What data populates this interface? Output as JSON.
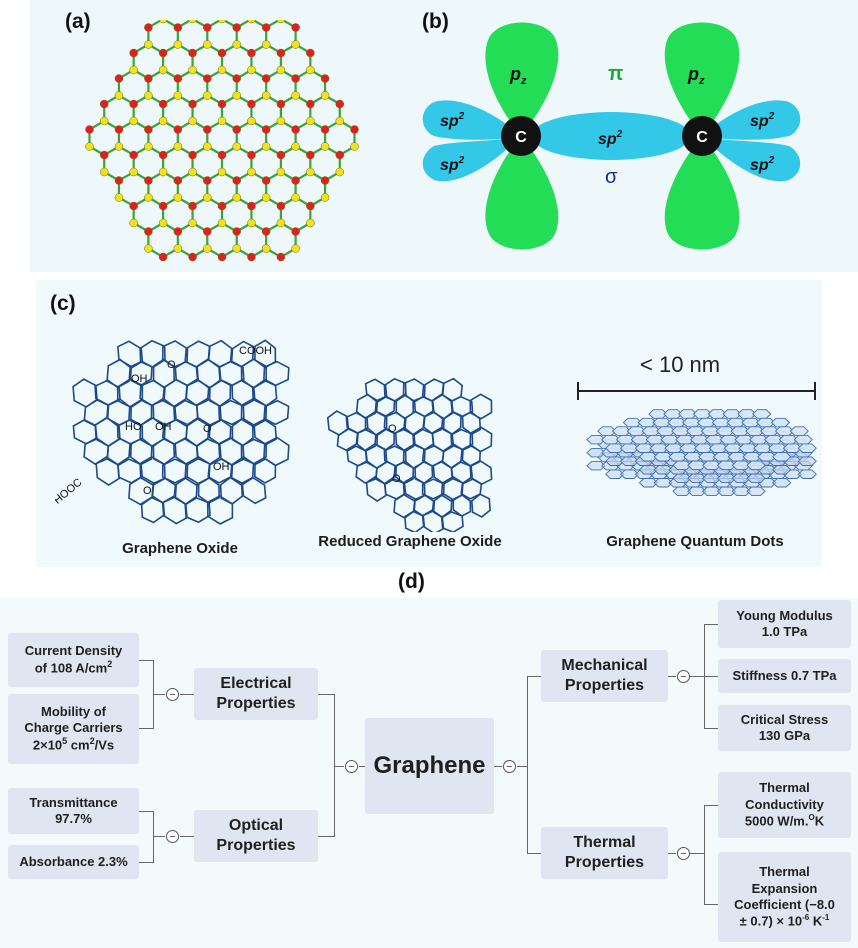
{
  "panels": {
    "a": "(a)",
    "b": "(b)",
    "c": "(c)",
    "d": "(d)"
  },
  "orbitals": {
    "pz_left": "p",
    "pz_right": "p",
    "pz_sub": "z",
    "pi": "π",
    "sigma": "σ",
    "sp2": "sp",
    "sp2_sup": "2",
    "carbon": "C"
  },
  "panel_c": {
    "go_caption": "Graphene Oxide",
    "rgo_caption": "Reduced Graphene Oxide",
    "gqd_caption": "Graphene Quantum Dots",
    "size_label": "< 10 nm",
    "cooh_top": "COOH",
    "hooc_left": "HOOC",
    "oh1": "OH",
    "oh2": "HO",
    "oh3": "OH",
    "oh4": "OH",
    "o": "O"
  },
  "mindmap": {
    "root": "Graphene",
    "collapse_symbol": "−",
    "electrical": "Electrical Properties",
    "optical": "Optical Properties",
    "mechanical": "Mechanical Properties",
    "thermal": "Thermal Properties",
    "current_density_line1": "Current Density",
    "current_density_line2": "of 108 A/cm",
    "current_density_sup": "2",
    "mobility_line1": "Mobility of",
    "mobility_line2": "Charge Carriers",
    "mobility_line3a": "2×10",
    "mobility_line3_sup1": "5",
    "mobility_line3b": " cm",
    "mobility_line3_sup2": "2",
    "mobility_line3c": "/Vs",
    "transmittance_line1": "Transmittance",
    "transmittance_line2": "97.7%",
    "absorbance": "Absorbance 2.3%",
    "young_line1": "Young Modulus",
    "young_line2": "1.0 TPa",
    "stiffness": "Stiffness 0.7 TPa",
    "critical_line1": "Critical Stress",
    "critical_line2": "130 GPa",
    "conductivity_line1": "Thermal",
    "conductivity_line2": "Conductivity",
    "conductivity_line3a": "5000 W/m.",
    "conductivity_line3_sup": "O",
    "conductivity_line3b": "K",
    "expansion_line1": "Thermal",
    "expansion_line2": "Expansion",
    "expansion_line3": "Coefficient (−8.0",
    "expansion_line4a": "± 0.7) × 10",
    "expansion_line4_sup1": "-6",
    "expansion_line4b": " K",
    "expansion_line4_sup2": "-1"
  },
  "colors": {
    "lattice_bond": "#3aa43a",
    "atom_red": "#e02020",
    "atom_yellow": "#f2e21a",
    "lobe_green": "#22dd55",
    "lobe_cyan": "#33c7e8",
    "carbon": "#111111",
    "node_fill": "#dfe6f1",
    "panel_bg": "#eef8fb",
    "structure_blue": "#1c4a8a"
  }
}
